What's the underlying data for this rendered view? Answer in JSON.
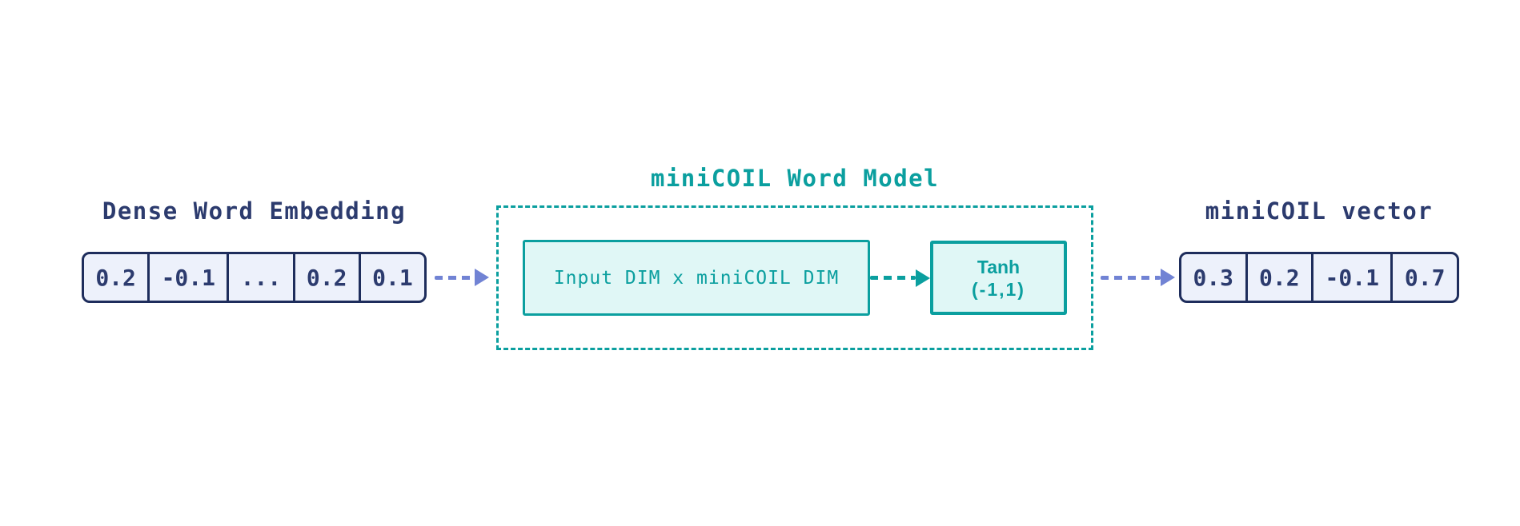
{
  "colors": {
    "navy": "#2C3B6E",
    "navy_border": "#1E2D5C",
    "cell_fill": "#EDF1FB",
    "teal": "#0B9F9F",
    "teal_fill": "#E0F7F6",
    "arrow_blue": "#7183D4"
  },
  "icons": {
    "flow_arrow": "arrow-right-icon"
  },
  "dense_embedding": {
    "title": "Dense Word Embedding",
    "cells": [
      "0.2",
      "-0.1",
      "...",
      "0.2",
      "0.1"
    ]
  },
  "model": {
    "title": "miniCOIL Word Model",
    "matrix_label": "Input DIM x miniCOIL DIM",
    "activation_name": "Tanh",
    "activation_range": "(-1,1)"
  },
  "output_vector": {
    "title": "miniCOIL vector",
    "cells": [
      "0.3",
      "0.2",
      "-0.1",
      "0.7"
    ]
  }
}
